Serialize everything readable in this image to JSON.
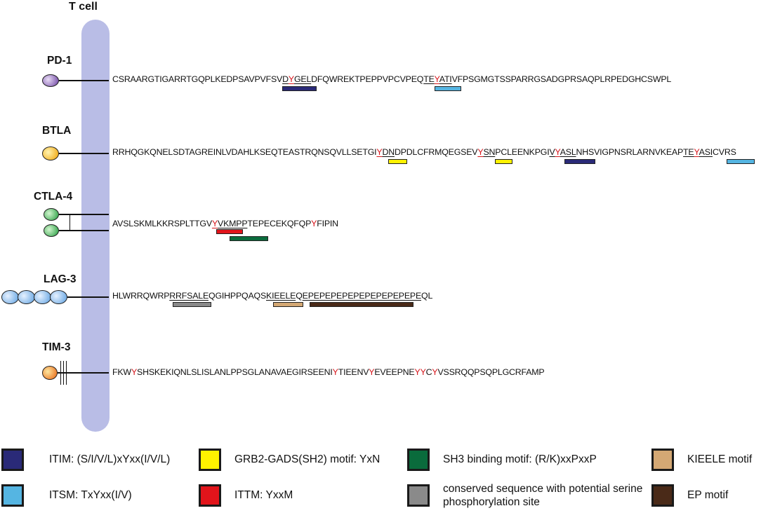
{
  "header": {
    "title": "T cell"
  },
  "receptors": [
    {
      "name": "PD-1",
      "segments": [
        {
          "t": "CSRAARGTIGARRTGQPLKEDPSAVPVFSV"
        },
        {
          "t": "D",
          "u": true
        },
        {
          "t": "Y",
          "y": true,
          "u": true
        },
        {
          "t": "GEL",
          "u": true
        },
        {
          "t": "DFQWREKTPEPPVPCVPEQ"
        },
        {
          "t": "TE",
          "u": true
        },
        {
          "t": "Y",
          "y": true,
          "u": true
        },
        {
          "t": "ATI",
          "u": true
        },
        {
          "t": "VFPSGMGTSSPARRGSADGPRSAQPLRPEDGHCSWPL"
        }
      ]
    },
    {
      "name": "BTLA",
      "segments": [
        {
          "t": "RRHQGKQNELSDTAGREINLVDAHLKSEQTEASTRQNSQVLLSETGI"
        },
        {
          "t": "Y",
          "y": true,
          "u": true
        },
        {
          "t": "DN",
          "u": true
        },
        {
          "t": "DPDLCFRMQEGSEV"
        },
        {
          "t": "Y",
          "y": true,
          "u": true
        },
        {
          "t": "SN",
          "u": true
        },
        {
          "t": "PCLEENKPGI"
        },
        {
          "t": "V",
          "u": true
        },
        {
          "t": "Y",
          "y": true,
          "u": true
        },
        {
          "t": "ASL",
          "u": true
        },
        {
          "t": "NHSVIGPNSRLARNVKEAP"
        },
        {
          "t": "TE",
          "u": true
        },
        {
          "t": "Y",
          "y": true,
          "u": true
        },
        {
          "t": "ASI",
          "u": true
        },
        {
          "t": "CVRS"
        }
      ]
    },
    {
      "name": "CTLA-4",
      "segments": [
        {
          "t": "AVSLSKMLKKRSPLTTGV"
        },
        {
          "t": "Y",
          "y": true,
          "u": true
        },
        {
          "t": "VKMPP",
          "u": true
        },
        {
          "t": "TEPECEKQFQP"
        },
        {
          "t": "Y",
          "y": true
        },
        {
          "t": "FIPIN"
        }
      ]
    },
    {
      "name": "LAG-3",
      "segments": [
        {
          "t": "HLWRRQWRP"
        },
        {
          "t": "RRFSALE",
          "u": true
        },
        {
          "t": "QGIHPPQAQS"
        },
        {
          "t": "KIEELE",
          "u": true
        },
        {
          "t": "Q"
        },
        {
          "t": "EPEPEPEPEPEPEPEPEPEPE",
          "u": true
        },
        {
          "t": "QL"
        }
      ]
    },
    {
      "name": "TIM-3",
      "segments": [
        {
          "t": "FKW"
        },
        {
          "t": "Y",
          "y": true
        },
        {
          "t": "SHSKEKIQNLSLISLANLPPSGLANAVAEGIRSEENI"
        },
        {
          "t": "Y",
          "y": true
        },
        {
          "t": "TIEENV"
        },
        {
          "t": "Y",
          "y": true
        },
        {
          "t": "EVEEPNE"
        },
        {
          "t": "YY",
          "y": true
        },
        {
          "t": "C"
        },
        {
          "t": "Y",
          "y": true
        },
        {
          "t": "VSSRQQPSQPLGCRFAMP"
        }
      ]
    }
  ],
  "legend": [
    {
      "label": "ITIM: (S/I/V/L)xYxx(I/V/L)",
      "color": "#2a2a78"
    },
    {
      "label": "GRB2-GADS(SH2) motif: YxN",
      "color": "#fff200"
    },
    {
      "label": "SH3 binding motif: (R/K)xxPxxP",
      "color": "#0a6b3c"
    },
    {
      "label": "KIEELE motif",
      "color": "#d4a874"
    },
    {
      "label": "ITSM: TxYxx(I/V)",
      "color": "#55b5e2"
    },
    {
      "label": "ITTM: YxxM",
      "color": "#e2141b"
    },
    {
      "label": "conserved sequence with potential serine phosphorylation site",
      "color": "#8a8a8a"
    },
    {
      "label": "EP motif",
      "color": "#4a2a18"
    }
  ],
  "colors": {
    "membrane": "#b9bde6",
    "tyrosine": "#d7141a",
    "pd1_ball": "#6a3fa0",
    "btla_ball": "#f0a000",
    "ctla4_ball": "#1f9a3a",
    "lag3_ball": "#5b9fe0",
    "tim3_ball": "#e8600c"
  }
}
